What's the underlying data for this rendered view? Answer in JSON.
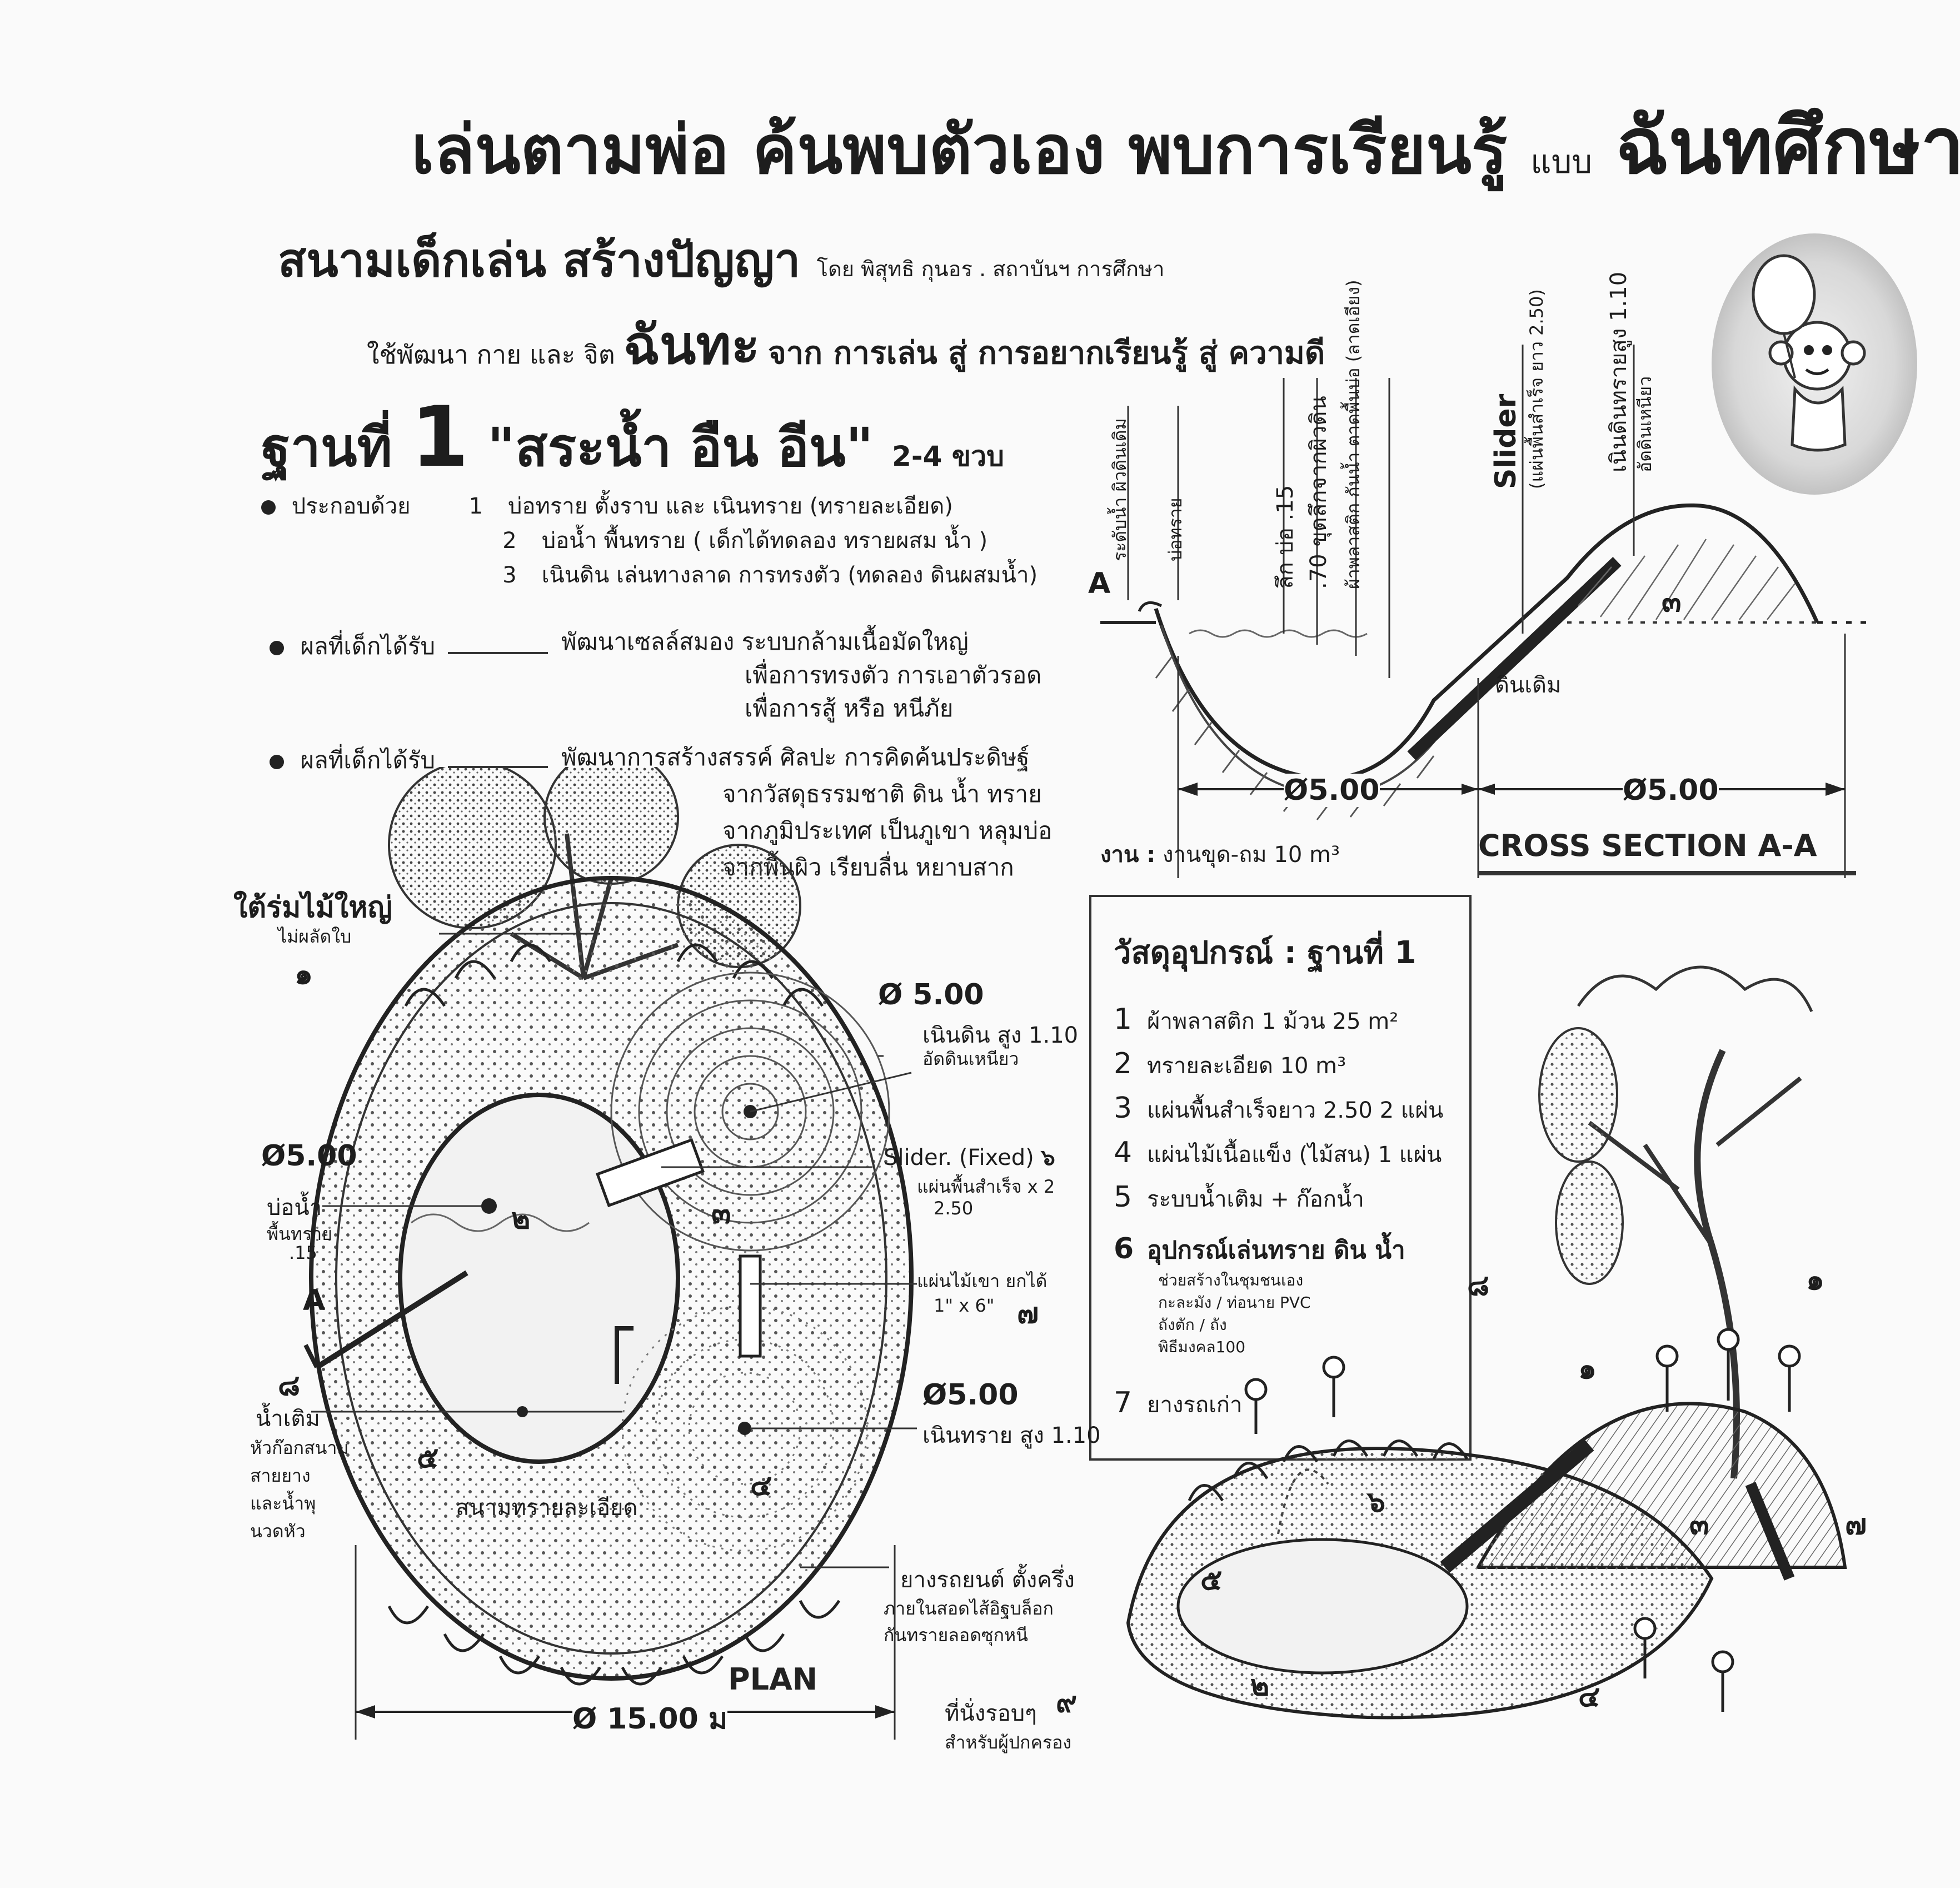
{
  "header": {
    "title_main": "เล่นตามพ่อ ค้นพบตัวเอง พบการเรียนรู้",
    "title_small": "แบบ",
    "title_right": "ฉันทศึกษา",
    "subtitle": "สนามเด็กเล่น สร้างปัญญา",
    "subtitle_by": "โดย พิสุทธิ กุนอร . สถาบันฯ การศึกษา",
    "line3_prefix": "ใช้พัฒนา กาย และ จิต",
    "line3_big": "ฉันทะ",
    "line3_rest": "จาก การเล่น สู่ การอยากเรียนรู้ สู่ ความดี"
  },
  "station": {
    "label": "ฐานที่",
    "number": "1",
    "name": "\"สระน้ำ อืน อีน\"",
    "age": "2-4 ขวบ"
  },
  "components": {
    "heading": "ประกอบด้วย",
    "items": [
      {
        "num": "1",
        "text": "บ่อทราย ตั้งราบ และ เนินทราย (ทรายละเอียด)"
      },
      {
        "num": "2",
        "text": "บ่อน้ำ พื้นทราย ( เด็กได้ทดลอง ทรายผสม น้ำ )"
      },
      {
        "num": "3",
        "text": "เนินดิน เล่นทางลาด การทรงตัว (ทดลอง ดินผสมน้ำ)"
      }
    ]
  },
  "benefits": [
    {
      "label": "ผลที่เด็กได้รับ",
      "lines": [
        "พัฒนาเซลล์สมอง ระบบกล้ามเนื้อมัดใหญ่",
        "เพื่อการทรงตัว การเอาตัวรอด",
        "เพื่อการสู้ หรือ หนีภัย"
      ]
    },
    {
      "label": "ผลที่เด็กได้รับ",
      "lines": [
        "พัฒนาการสร้างสรรค์ ศิลปะ การคิดค้นประดิษฐ์",
        "จากวัสดุธรรมชาติ ดิน น้ำ ทราย",
        "จากภูมิประเทศ เป็นภูเขา หลุมบ่อ",
        "จากพื้นผิว เรียบลื่น หยาบสาก"
      ]
    }
  ],
  "cross_section": {
    "caption": "CROSS SECTION A-A",
    "section_marker": "A",
    "labels": {
      "ground_level": "ระดับน้ำ ผิวดินเดิม",
      "pond": "บ่อทราย",
      "depth": "ลึก บ่อ .15",
      "depth2": ".70 ขุดลึกจากผิวดิน",
      "plastic": "ผ้าพลาสติก กันน้ำ ตาดพื้นบ่อ (ลาดเอียง)",
      "slider": "Slider",
      "slider_sub": "(แผ่นพื้นสำเร็จ ยาว 2.50)",
      "mound": "เนินดินทรายสูง 1.10",
      "mound_sub": "อัดดินเหนียว",
      "existing_soil": "ดินเดิม",
      "dim_left": "Ø5.00",
      "dim_right": "Ø5.00",
      "mound_num": "๓"
    },
    "work_note_label": "งาน :",
    "work_note": "งานขุด-ถม 10 m³"
  },
  "materials": {
    "heading": "วัสดุอุปกรณ์ : ฐานที่ 1",
    "items": [
      {
        "num": "1",
        "text": "ผ้าพลาสติก 1 ม้วน 25 m²"
      },
      {
        "num": "2",
        "text": "ทรายละเอียด 10 m³"
      },
      {
        "num": "3",
        "text": "แผ่นพื้นสำเร็จยาว 2.50 2 แผ่น"
      },
      {
        "num": "4",
        "text": "แผ่นไม้เนื้อแข็ง (ไม้สน) 1 แผ่น"
      },
      {
        "num": "5",
        "text": "ระบบน้ำเติม + ก๊อกน้ำ"
      },
      {
        "num": "6",
        "text": "อุปกรณ์เล่นทราย ดิน น้ำ"
      },
      {
        "num": "7",
        "text": "ยางรถเก่า"
      }
    ],
    "sub6": [
      "ช่วยสร้างในชุมชนเอง",
      "กะละมัง / ท่อนาย PVC",
      "ถังตัก / ถัง",
      "พิธีมงคล100"
    ]
  },
  "plan": {
    "caption": "PLAN",
    "tree_label": "ใต้ร่มไม้ใหญ่",
    "tree_sub": "ไม่ผลัดใบ",
    "tree_num": "๑",
    "mound_dim": "Ø 5.00",
    "mound_label": "เนินดิน สูง 1.10",
    "mound_sub": "อัดดินเหนียว",
    "slider_label": "Slider. (Fixed)",
    "slider_num": "๖",
    "slider_sub": "แผ่นพื้นสำเร็จ x 2",
    "slider_sub2": "2.50",
    "plank_label": "แผ่นไม้เขา ยกได้",
    "plank_sub": "1\" x 6\"",
    "plank_num": "๗",
    "pond_dim": "Ø5.00",
    "pond_label": "บ่อน้ำ",
    "pond_sub": "พื้นทราย",
    "pond_sub2": ".15",
    "pond_num": "๒",
    "mound_num": "๓",
    "section_a": "A",
    "water_num": "๘",
    "water_label": "น้ำเติม",
    "water_sub": [
      "หัวก๊อกสนาม",
      "สายยาง",
      "และน้ำพุ",
      "นวดหัว"
    ],
    "sand_dim": "Ø5.00",
    "sand_label": "เนินทราย สูง 1.10",
    "sand_area": "สนามทรายละเอียด",
    "sand_num": "๔",
    "seat_num": "๕",
    "tire_label": "ยางรถยนต์ ตั้งครึ่ง",
    "tire_sub": [
      "ภายในสอดไส้อิฐบล็อก",
      "กันทรายลอดซุกหนี"
    ],
    "overall_dim": "Ø 15.00 ม",
    "seat_label": "ที่นั่งรอบๆ",
    "seat_sub": "สำหรับผู้ปกครอง",
    "seat_num2": "๙"
  },
  "perspective": {
    "nums": [
      "๑",
      "๗",
      "๘",
      "๓",
      "๒",
      "๔",
      "๕",
      "๑",
      "๖"
    ]
  }
}
